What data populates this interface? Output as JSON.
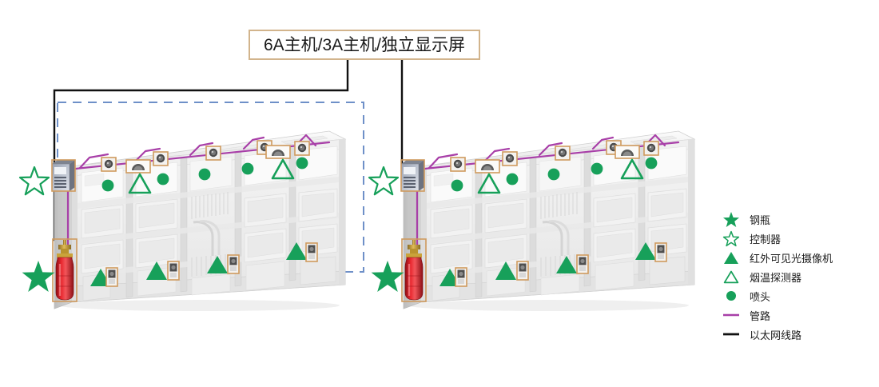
{
  "title": {
    "text": "6A主机/3A主机/独立显示屏",
    "border_color": "#d2b48c"
  },
  "colors": {
    "green": "#17a05a",
    "pipe_purple": "#a83fa8",
    "ethernet_black": "#111111",
    "zone_dashed_blue": "#6e90c8",
    "device_box_orange": "#cf9a5e",
    "cylinder_red": "#d81f26",
    "rack_grey": "#e8e8e8"
  },
  "legend": {
    "items": [
      {
        "label": "钢瓶",
        "symbol": "filled-star",
        "color": "#17a05a"
      },
      {
        "label": "控制器",
        "symbol": "outline-star",
        "color": "#17a05a"
      },
      {
        "label": "红外可见光摄像机",
        "symbol": "filled-triangle",
        "color": "#17a05a"
      },
      {
        "label": "烟温探测器",
        "symbol": "outline-triangle",
        "color": "#17a05a"
      },
      {
        "label": "喷头",
        "symbol": "filled-circle",
        "color": "#17a05a"
      },
      {
        "label": "管路",
        "symbol": "line",
        "color": "#a83fa8"
      },
      {
        "label": "以太网线路",
        "symbol": "line",
        "color": "#111111"
      }
    ]
  },
  "diagram": {
    "racks": [
      {
        "name": "left-rack",
        "zone_dashed": true,
        "cylinder": "钢瓶",
        "controller": "控制器",
        "nozzles": 5,
        "cameras": 4,
        "detectors": 2,
        "pipe": "管路",
        "ethernet": "以太网线路"
      },
      {
        "name": "right-rack",
        "zone_dashed": false,
        "cylinder": "钢瓶",
        "controller": "控制器",
        "nozzles": 5,
        "cameras": 4,
        "detectors": 2,
        "pipe": "管路",
        "ethernet": "以太网线路"
      }
    ]
  }
}
